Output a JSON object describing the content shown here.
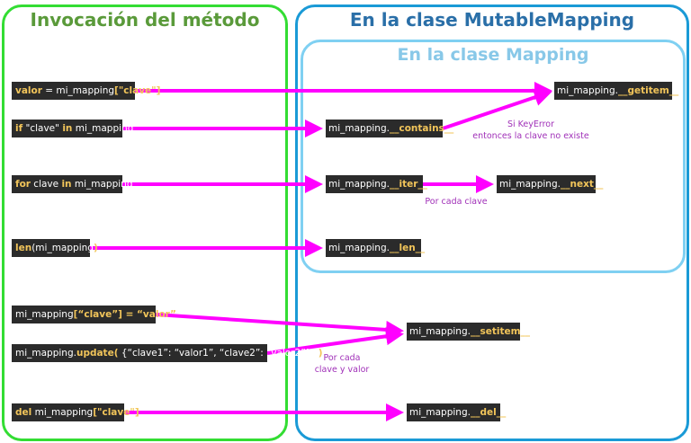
{
  "panels": {
    "invocation_title": "Invocación del método",
    "mutable_title": "En la clase MutableMapping",
    "mapping_title": "En la clase Mapping"
  },
  "invocations": {
    "getitem": {
      "kw1": "valor",
      "t1": " = mi_mapping",
      "kw2": "[\"clave\"]"
    },
    "contains": {
      "kw1": "if",
      "t1": " \"clave\" ",
      "kw2": "in",
      "t2": " mi_mapping"
    },
    "iter": {
      "kw1": "for",
      "t1": " clave ",
      "kw2": "in",
      "t2": " mi_mapping"
    },
    "len": {
      "kw1": "len",
      "t1": "(mi_mapping",
      "kw2": ")"
    },
    "setitem": {
      "t1": "mi_mapping",
      "kw1": "[“clave”] = “valor”"
    },
    "update": {
      "t1": "mi_mapping.",
      "kw1": "update(",
      "t2": " {“clave1”: “valor1”, “clave2”: “valor2”}) ",
      "kw2": ")"
    },
    "delitem": {
      "kw1": "del",
      "t1": " mi_mapping",
      "kw2": "[\"clave\"]"
    }
  },
  "methods": {
    "getitem": {
      "prefix": "mi_mapping.",
      "name": "__getitem__"
    },
    "contains": {
      "prefix": "mi_mapping.",
      "name": "__contains__"
    },
    "iter": {
      "prefix": "mi_mapping.",
      "name": "__iter__"
    },
    "next": {
      "prefix": "mi_mapping.",
      "name": "__next__"
    },
    "len": {
      "prefix": "mi_mapping.",
      "name": "__len__"
    },
    "setitem": {
      "prefix": "mi_mapping.",
      "name": "__setitem__"
    },
    "delitem": {
      "prefix": "mi_mapping.",
      "name": "__del__"
    }
  },
  "notes": {
    "keyerror_line1": "Si KeyError",
    "keyerror_line2": "entonces la clave no existe",
    "per_key": "Por cada clave",
    "per_kv_line1": "Por cada",
    "per_kv_line2": "clave y valor"
  },
  "colors": {
    "arrow": "#ff00ff",
    "left_border": "#33dd33",
    "mutable_border": "#1a9ad6",
    "mapping_border": "#7fd0f2",
    "keyword": "#f2c55a",
    "note": "#a030b8"
  }
}
